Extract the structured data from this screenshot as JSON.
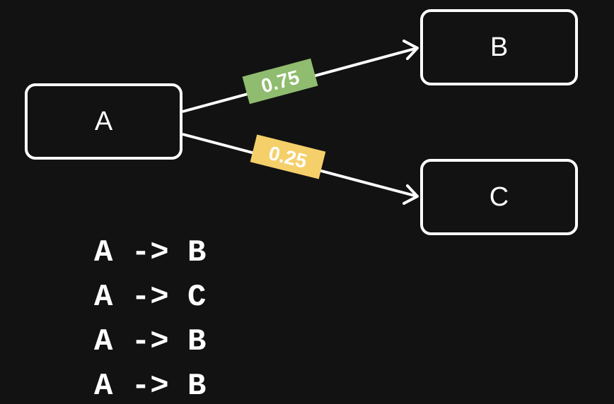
{
  "nodes": {
    "a": "A",
    "b": "B",
    "c": "C"
  },
  "edges": [
    {
      "from": "A",
      "to": "B",
      "label": "0.75",
      "color": "#8fbc6f"
    },
    {
      "from": "A",
      "to": "C",
      "label": "0.25",
      "color": "#f5d06a"
    }
  ],
  "sequence": [
    "A -> B",
    "A -> C",
    "A -> B",
    "A -> B"
  ]
}
